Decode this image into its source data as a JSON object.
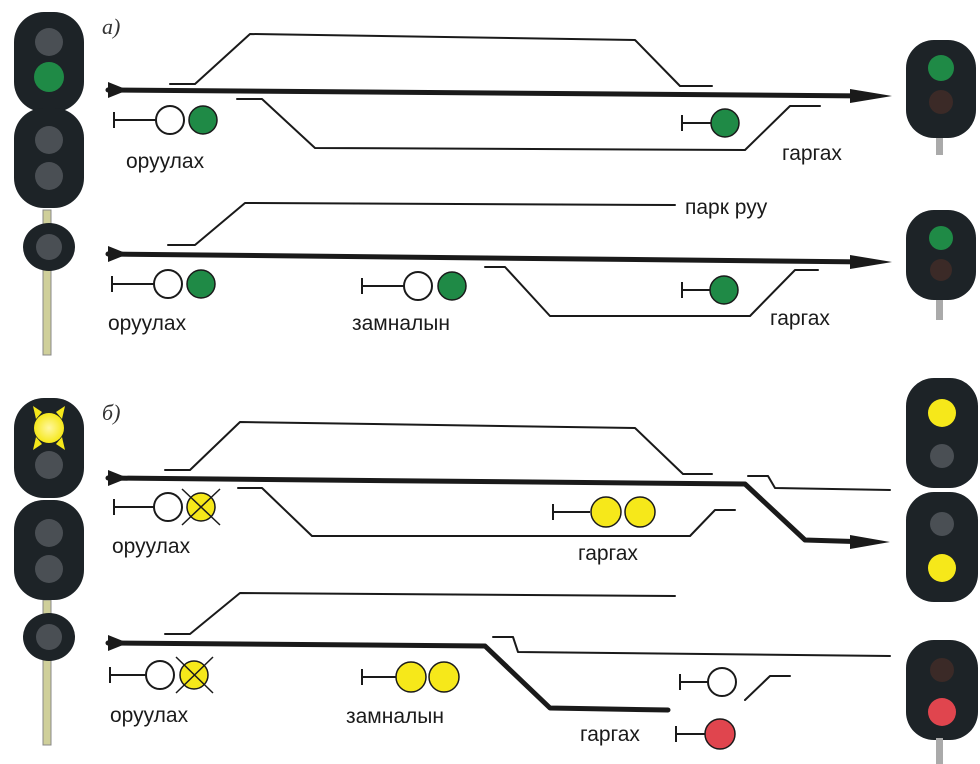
{
  "section_a": {
    "letter": "а)",
    "top": {
      "entry_label": "оруулах",
      "exit_label": "гаргах"
    },
    "bottom": {
      "entry_label": "оруулах",
      "route_label": "замналын",
      "exit_label": "гаргах",
      "park_label": "парк руу"
    }
  },
  "section_b": {
    "letter": "б)",
    "top": {
      "entry_label": "оруулах",
      "exit_label": "гаргах"
    },
    "bottom": {
      "entry_label": "оруулах",
      "route_label": "замналын",
      "exit_label": "гаргах"
    }
  },
  "colors": {
    "green": "#1f8a46",
    "yellow": "#f6e81a",
    "red": "#e0454e",
    "white": "#ffffff",
    "dark_lamp": "#4a4f54",
    "signal_body": "#1d2327",
    "track": "#1a1a1a"
  }
}
